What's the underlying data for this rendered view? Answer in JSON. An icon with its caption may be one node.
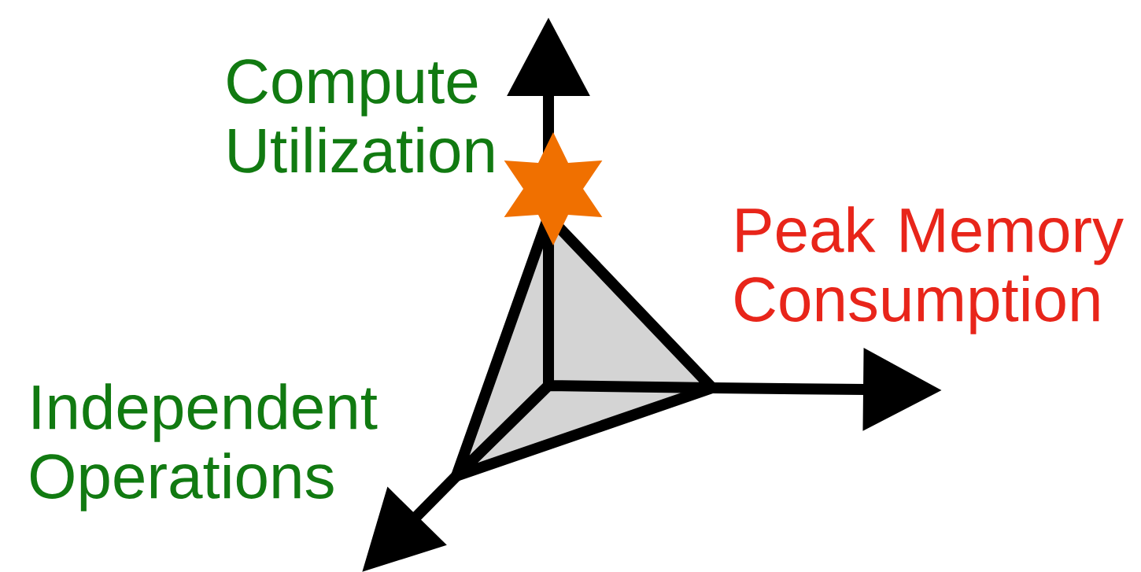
{
  "diagram": {
    "labels": [
      "Compute Utilization",
      "Peak Memory Consumption",
      "Independent Operations"
    ]
  }
}
